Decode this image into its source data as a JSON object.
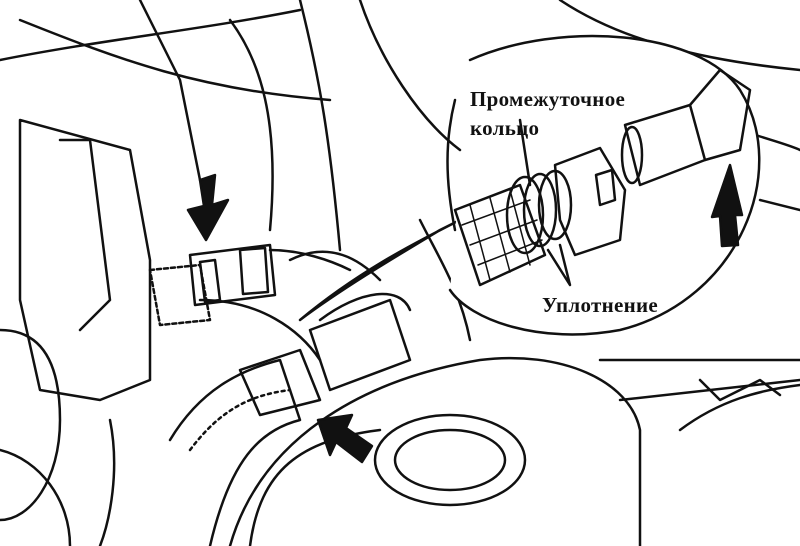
{
  "labels": {
    "intermediate_ring_line1": "Промежуточное",
    "intermediate_ring_line2": "кольцо",
    "seal": "Уплотнение"
  },
  "colors": {
    "ink": "#111111",
    "paper": "#ffffff"
  }
}
